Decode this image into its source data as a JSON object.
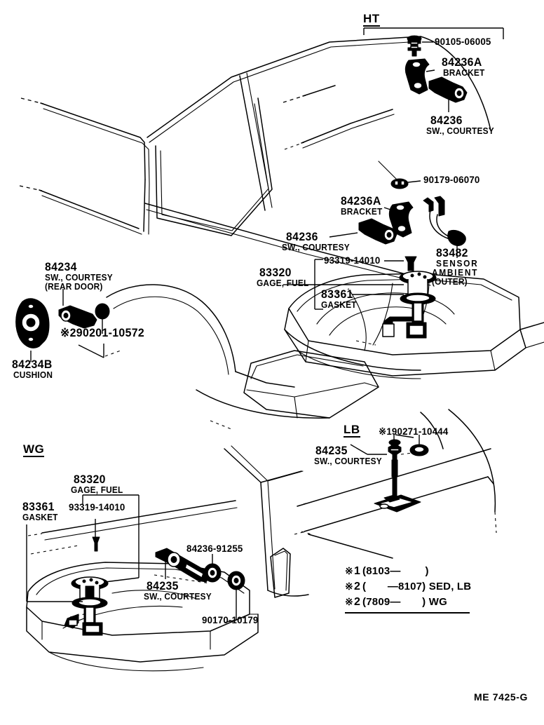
{
  "sheet": {
    "drawing_number": "ME 7425-G"
  },
  "groups": {
    "ht": "HT",
    "wg": "WG",
    "lb": "LB"
  },
  "callouts": {
    "ht_bolt": {
      "number": "90105-06005",
      "desc": ""
    },
    "ht_bracket": {
      "number": "84236A",
      "desc": "BRACKET"
    },
    "ht_switch": {
      "number": "84236",
      "desc": "SW., COURTESY"
    },
    "mid_nut": {
      "number": "90179-06070",
      "desc": ""
    },
    "mid_bracket": {
      "number": "84236A",
      "desc": "BRACKET"
    },
    "mid_switch": {
      "number": "84236",
      "desc": "SW., COURTESY"
    },
    "sensor": {
      "number": "83482",
      "desc1": "SENSOR",
      "desc2": "AMBIENT",
      "desc3": "(OUTER)"
    },
    "door_switch": {
      "number": "84234",
      "desc1": "SW., COURTESY",
      "desc2": "(REAR DOOR)"
    },
    "door_grommet": {
      "number": "※290201-10572",
      "desc": ""
    },
    "cushion": {
      "number": "84234B",
      "desc": "CUSHION"
    },
    "gage_mid": {
      "number": "83320",
      "desc": "GAGE, FUEL"
    },
    "screw_mid": {
      "number": "93319-14010",
      "desc": ""
    },
    "gasket_mid": {
      "number": "83361",
      "desc": "GASKET"
    },
    "gage_wg": {
      "number": "83320",
      "desc": "GAGE, FUEL"
    },
    "screw_wg": {
      "number": "93319-14010",
      "desc": ""
    },
    "gasket_wg": {
      "number": "83361",
      "desc": "GASKET"
    },
    "wg_switch": {
      "number": "84235",
      "desc": "SW., COURTESY"
    },
    "wg_washer": {
      "number": "84236-91255",
      "desc": ""
    },
    "wg_nut": {
      "number": "90170-10179",
      "desc": ""
    },
    "lb_switch": {
      "number": "84235",
      "desc": "SW., COURTESY"
    },
    "lb_washer": {
      "number": "※190271-10444",
      "desc": ""
    }
  },
  "legend": [
    {
      "mark": "※",
      "index": "1",
      "text": "(8103—        )"
    },
    {
      "mark": "※",
      "index": "2",
      "text": "(       —8107) SED, LB"
    },
    {
      "mark": "※",
      "index": "2",
      "text": "(7809—       ) WG"
    }
  ]
}
